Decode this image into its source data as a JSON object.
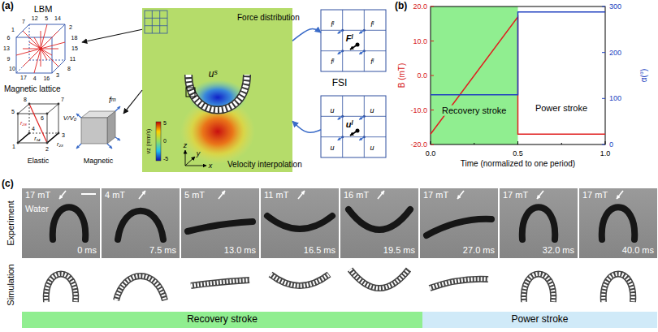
{
  "diagram": {
    "nodes": [
      {
        "text": [
          "LBM"
        ]
      },
      {
        "text": [
          "Magnetic lattice"
        ]
      },
      {
        "text": [
          "uˢ"
        ]
      },
      {
        "text": [
          "Fˡ",
          "fˡ",
          "fˡ",
          "fˡ",
          "fˡ"
        ]
      },
      {
        "text": [
          "uˡ",
          "u",
          "u",
          "u",
          "u"
        ]
      },
      {
        "text": [
          "Recovery stroke"
        ]
      },
      {
        "text": [
          "17 mT",
          "Water",
          "0 ms"
        ]
      },
      {
        "text": [
          "4 mT",
          "7.5 ms"
        ]
      },
      {
        "text": [
          "5 mT",
          "13.0 ms"
        ]
      },
      {
        "text": [
          "11 mT",
          "16.5 ms"
        ]
      },
      {
        "text": [
          "16 mT",
          "19.5 ms"
        ]
      },
      {
        "text": [
          "17 mT",
          "27.0 ms"
        ]
      },
      {
        "text": [
          "17 mT",
          "32.0 ms"
        ]
      },
      {
        "text": [
          "17 mT",
          "40.0 ms"
        ]
      },
      {
        "text": [
          "Recovery stroke"
        ]
      },
      {
        "text": [
          "Power stroke"
        ]
      }
    ],
    "edges": [
      {
        "from": 2,
        "to": 0,
        "arrow": "to"
      },
      {
        "from": 2,
        "to": 1,
        "arrow": "to"
      },
      {
        "from": 2,
        "to": 3,
        "label": "Force distribution",
        "arrow": "to"
      },
      {
        "from": 4,
        "to": 2,
        "label": "Velocity interpolation",
        "arrow": "to"
      }
    ],
    "labels": [
      "(a)",
      "15",
      "11",
      "8",
      "3",
      "16",
      "4",
      "17",
      "10",
      "9",
      "13",
      "6",
      "1",
      "7",
      "12",
      "5",
      "14",
      "2",
      "18",
      "8",
      "7",
      "5",
      "6",
      "1",
      "2",
      "3",
      "4",
      "r₂₈",
      "r₁₄",
      "r₂₃",
      "V/V₀",
      "Elastic",
      "Magnetic",
      "fᵐ",
      "z",
      "y",
      "x",
      "vz (mm/s)",
      "5",
      "0",
      "-5",
      "FSI",
      "(b)",
      "B (mT)",
      "20.0",
      "10.0",
      "0.0",
      "-10.0",
      "-20.0",
      "300",
      "200",
      "100",
      "0",
      "0.0",
      "0.5",
      "1.0",
      "Time (normalized to one period)",
      "α(°)",
      "Power stroke",
      "(c)",
      "Experiment",
      "Simulation"
    ]
  }
}
